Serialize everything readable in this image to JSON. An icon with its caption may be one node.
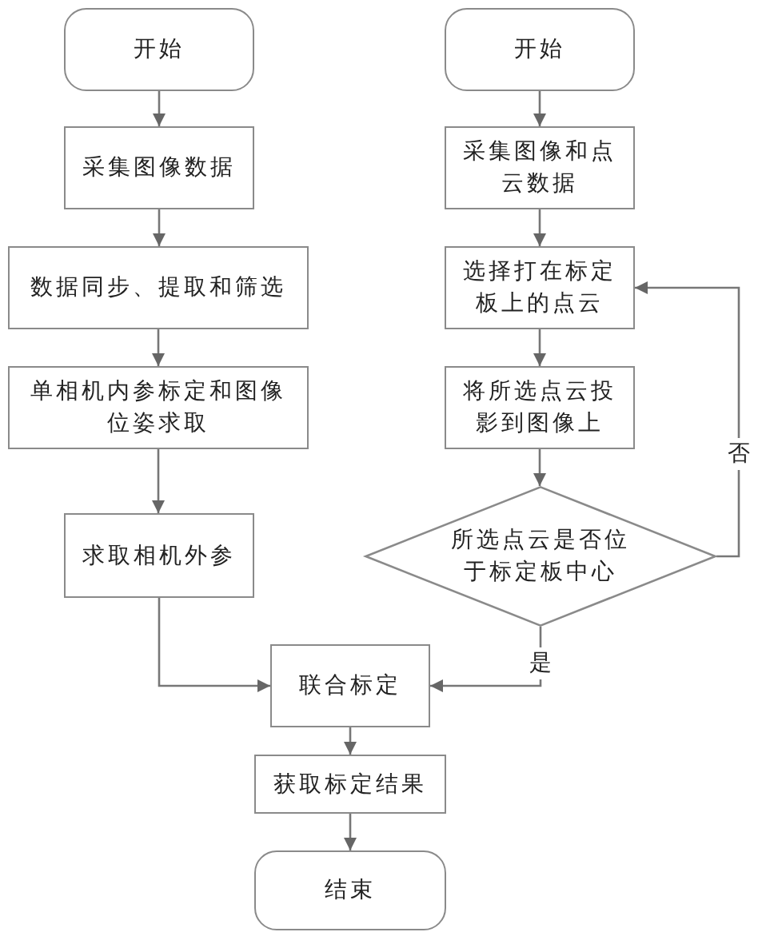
{
  "diagram": {
    "nodes": [
      {
        "text": [
          "开始"
        ]
      },
      {
        "text": [
          "采集图像数据"
        ]
      },
      {
        "text": [
          "数据同步、提取和筛选"
        ]
      },
      {
        "text": [
          "单相机内参标定和图像位姿求取"
        ]
      },
      {
        "text": [
          "求取相机外参"
        ]
      },
      {
        "text": [
          "开始"
        ]
      },
      {
        "text": [
          "采集图像和点云数据"
        ]
      },
      {
        "text": [
          "选择打在标定板上的点云"
        ]
      },
      {
        "text": [
          "将所选点云投影到图像上"
        ]
      },
      {
        "text": [
          "所选点云是否位于标定板中心"
        ]
      },
      {
        "text": [
          "联合标定"
        ]
      },
      {
        "text": [
          "获取标定结果"
        ]
      },
      {
        "text": [
          "结束"
        ]
      }
    ],
    "edges": [
      {
        "from": 0,
        "to": 1,
        "arrow": "to"
      },
      {
        "from": 1,
        "to": 2,
        "arrow": "to"
      },
      {
        "from": 2,
        "to": 3,
        "arrow": "to"
      },
      {
        "from": 3,
        "to": 4,
        "arrow": "to"
      },
      {
        "from": 4,
        "to": 10,
        "arrow": "to"
      },
      {
        "from": 5,
        "to": 6,
        "arrow": "to"
      },
      {
        "from": 6,
        "to": 7,
        "arrow": "to"
      },
      {
        "from": 7,
        "to": 8,
        "arrow": "to"
      },
      {
        "from": 8,
        "to": 9,
        "arrow": "to"
      },
      {
        "from": 9,
        "to": 7,
        "arrow": "to",
        "label": "否"
      },
      {
        "from": 9,
        "to": 10,
        "arrow": "to",
        "label": "是"
      },
      {
        "from": 10,
        "to": 11,
        "arrow": "to"
      },
      {
        "from": 11,
        "to": 12,
        "arrow": "to"
      }
    ]
  }
}
